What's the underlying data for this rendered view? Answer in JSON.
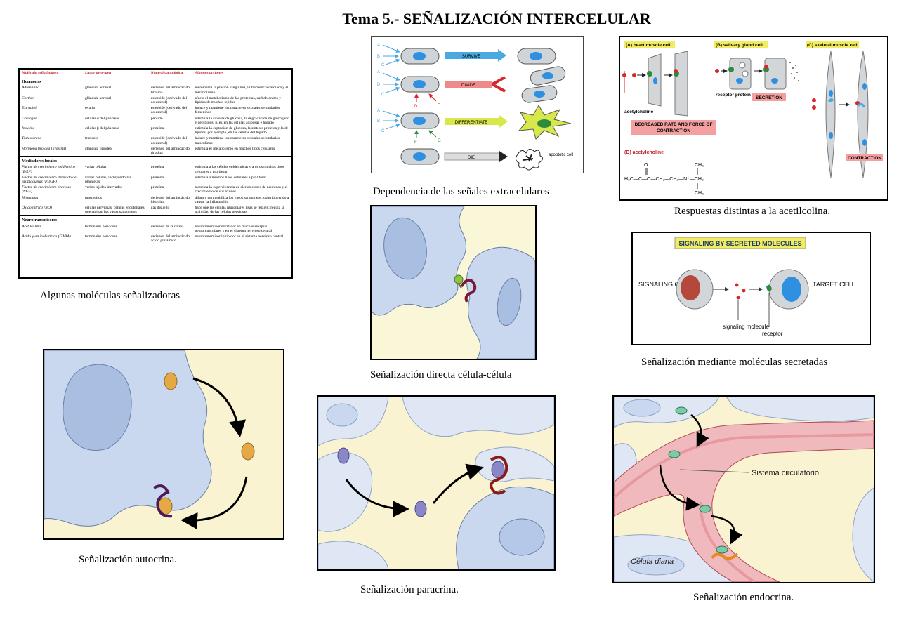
{
  "page": {
    "title": "Tema 5.- SEÑALIZACIÓN INTERCELULAR"
  },
  "captions": {
    "table": "Algunas moléculas señalizadoras",
    "extracellular": "Dependencia de las señales extracelulares",
    "acetylcholine": "Respuestas distintas a la acetilcolina.",
    "direct": "Señalización directa célula-célula",
    "secreted": "Señalización mediante moléculas secretadas",
    "autocrine": "Señalización autocrina.",
    "paracrine": "Señalización paracrina.",
    "endocrine": "Señalización endocrina."
  },
  "table": {
    "headers": [
      "Molécula señalizadora",
      "Lugar de origen",
      "Naturaleza química",
      "Algunas acciones"
    ],
    "groups": [
      {
        "name": "Hormonas",
        "rows": [
          [
            "Adrenalina",
            "glándula adrenal",
            "derivado del aminoácido tirosina",
            "incrementa la presión sanguínea, la frecuencia cardíaca y el metabolismo"
          ],
          [
            "Cortisol",
            "glándula adrenal",
            "esteroide (derivado del colesterol)",
            "afecta el metabolismo de las proteínas, carbohidratos y lípidos de muchos tejidos"
          ],
          [
            "Estradiol",
            "ovario",
            "esteroide (derivado del colesterol)",
            "induce y mantiene los caracteres sexuales secundarios femeninos"
          ],
          [
            "Glucagón",
            "células α del páncreas",
            "péptido",
            "estimula la síntesis de glucosa, la degradación de glucógeno y de lípidos, p. ej. en las células adiposas e hígado"
          ],
          [
            "Insulina",
            "células β del páncreas",
            "proteína",
            "estimula la captación de glucosa, la síntesis proteica y la de lípidos, por ejemplo, en las células del hígado"
          ],
          [
            "Testosterona",
            "testículo",
            "esteroide (derivado del colesterol)",
            "induce y mantiene los caracteres sexuales secundarios masculinos"
          ],
          [
            "Hormona tiroidea (tiroxina)",
            "glándula tiroidea",
            "derivado del aminoácido tirosina",
            "estimula el metabolismo en muchos tipos celulares"
          ]
        ]
      },
      {
        "name": "Mediadores locales",
        "rows": [
          [
            "Factor de crecimiento epidérmico (EGF)",
            "varias células",
            "proteína",
            "estimula a las células epidérmicas y a otros muchos tipos celulares a proliferar"
          ],
          [
            "Factor de crecimiento derivado de las plaquetas (PDGF)",
            "varias células, incluyendo las plaquetas",
            "proteína",
            "estimula a muchos tipos celulares a proliferar"
          ],
          [
            "Factor de crecimiento nervioso (NGF)",
            "varios tejidos inervados",
            "proteína",
            "aumenta la supervivencia de ciertas clases de neuronas y el crecimiento de sus axones"
          ],
          [
            "Histamina",
            "mastocitos",
            "derivado del aminoácido histidina",
            "dilata y permeabiliza los vasos sanguíneos, contribuyendo a causar la inflamación"
          ],
          [
            "Óxido nítrico (NO)",
            "células nerviosas, células endoteliales que tapizan los vasos sanguíneos",
            "gas disuelto",
            "hace que las células musculares lisas se relajen; regula la actividad de las células nerviosas"
          ]
        ]
      },
      {
        "name": "Neurotransmisores",
        "rows": [
          [
            "Acetilcolina",
            "terminales nerviosas",
            "derivado de la colina",
            "neurotransmisor excitador en muchas sinapsis neuromusculares y en el sistema nervioso central"
          ],
          [
            "Ácido γ-aminobutírico (GABA)",
            "terminales nerviosas",
            "derivado del aminoácido ácido glutámico",
            "neurotransmisor inhibidor en el sistema nervioso central"
          ]
        ]
      }
    ]
  },
  "extracellular": {
    "signals": [
      "A",
      "B",
      "C",
      "D",
      "E",
      "F",
      "G"
    ],
    "fates": [
      "SURVIVE",
      "DIVIDE",
      "DIFFERENTIATE",
      "DIE"
    ],
    "apoptotic": "apoptotic cell",
    "colors": {
      "survive": "#4aa9e0",
      "divide": "#f08a8a",
      "differentiate": "#d8e84a",
      "die": "#dddddd",
      "cell": "#cfd4d8",
      "nucleus": "#2f8fe0"
    }
  },
  "acetylcholine": {
    "panel_a": "(A) heart muscle cell",
    "panel_b": "(B) salivary gland cell",
    "panel_c": "(C) skeletal muscle cell",
    "ach_label": "acetylcholine",
    "receptor_label": "receptor protein",
    "secretion": "SECRETION",
    "decreased": "DECREASED RATE AND FORCE OF CONTRACTION",
    "contraction": "CONTRACTION",
    "panel_d": "(D) acetylcholine",
    "formula_left": "H₃C—C—O—CH₂—CH₂—N⁺—CH₃",
    "formula_o": "O",
    "formula_ch3_top": "CH₃",
    "formula_ch3_bottom": "CH₃",
    "colors": {
      "label_bg": "#f2ec60",
      "response_bg": "#f4a0a0",
      "ach": "#d8262c",
      "receptor": "#2e8b3e"
    }
  },
  "secreted": {
    "banner": "SIGNALING BY SECRETED MOLECULES",
    "signaling_cell": "SIGNALING CELL",
    "target_cell": "TARGET CELL",
    "signaling_molecule": "signaling molecule",
    "receptor": "receptor"
  },
  "endocrine": {
    "circulatory": "Sistema circulatorio",
    "target": "Célula diana"
  }
}
